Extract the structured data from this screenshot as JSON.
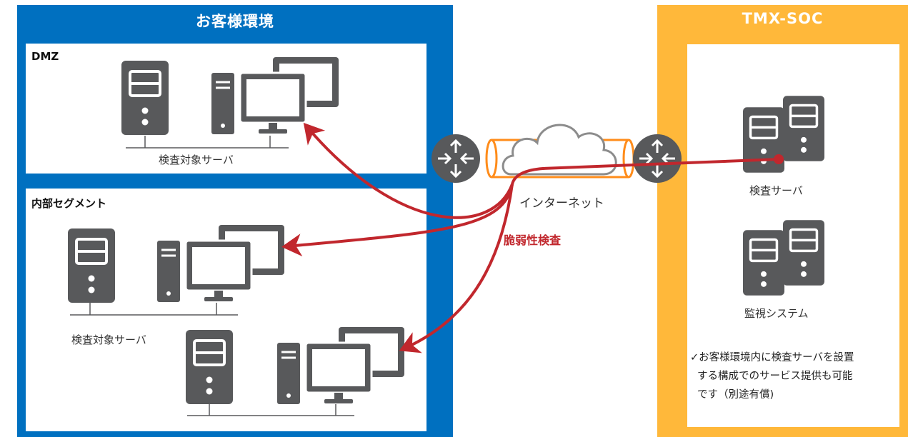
{
  "colors": {
    "customer_blue": "#0070c0",
    "soc_orange": "#ffb83a",
    "device_gray": "#58595b",
    "arrow_red": "#c1272d",
    "tunnel_orange": "#ff8c1a"
  },
  "customer_env": {
    "title": "お客様環境",
    "dmz": {
      "label": "DMZ",
      "caption": "検査対象サーバ"
    },
    "internal": {
      "label": "内部セグメント",
      "caption": "検査対象サーバ"
    }
  },
  "network": {
    "internet_label": "インターネット",
    "scan_label": "脆弱性検査"
  },
  "soc": {
    "title": "TMX-SOC",
    "scan_server_label": "検査サーバ",
    "monitor_label": "監視システム",
    "note_lines": [
      "✓お客様環境内に検査サーバを設置",
      "する構成でのサービス提供も可能",
      "です（別途有償)"
    ]
  },
  "icons": [
    "server-icon",
    "desktop-pc-icon",
    "router-icon",
    "cloud-icon"
  ]
}
